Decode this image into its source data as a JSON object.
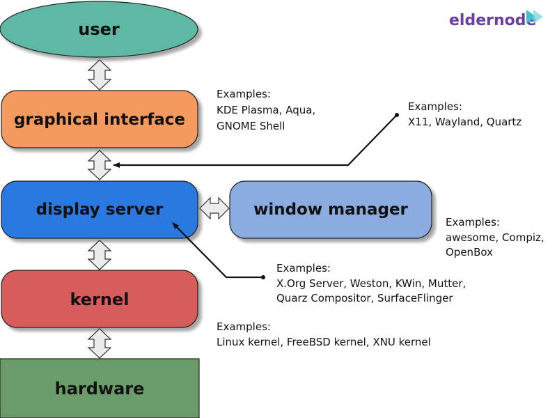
{
  "logo": {
    "text": "eldernode"
  },
  "nodes": {
    "user": {
      "label": "user",
      "color": "#5fb8a4"
    },
    "graphical_interface": {
      "label": "graphical interface",
      "color": "#f59a5e"
    },
    "display_server": {
      "label": "display server",
      "color": "#2a79e0"
    },
    "window_manager": {
      "label": "window manager",
      "color": "#8aace0"
    },
    "kernel": {
      "label": "kernel",
      "color": "#d75c5c"
    },
    "hardware": {
      "label": "hardware",
      "color": "#6b9b68"
    }
  },
  "annotations": {
    "graphical_interface": {
      "title": "Examples:",
      "lines": [
        "KDE Plasma, Aqua,",
        "GNOME Shell"
      ]
    },
    "display_protocol": {
      "title": "Examples:",
      "lines": [
        "X11, Wayland, Quartz"
      ]
    },
    "window_manager": {
      "title": "Examples:",
      "lines": [
        "awesome, Compiz,",
        "OpenBox"
      ]
    },
    "display_server": {
      "title": "Examples:",
      "lines": [
        "X.Org Server, Weston, KWin, Mutter,",
        "Quarz Compositor, SurfaceFlinger"
      ]
    },
    "kernel": {
      "title": "Examples:",
      "lines": [
        "Linux kernel, FreeBSD kernel, XNU kernel"
      ]
    }
  }
}
